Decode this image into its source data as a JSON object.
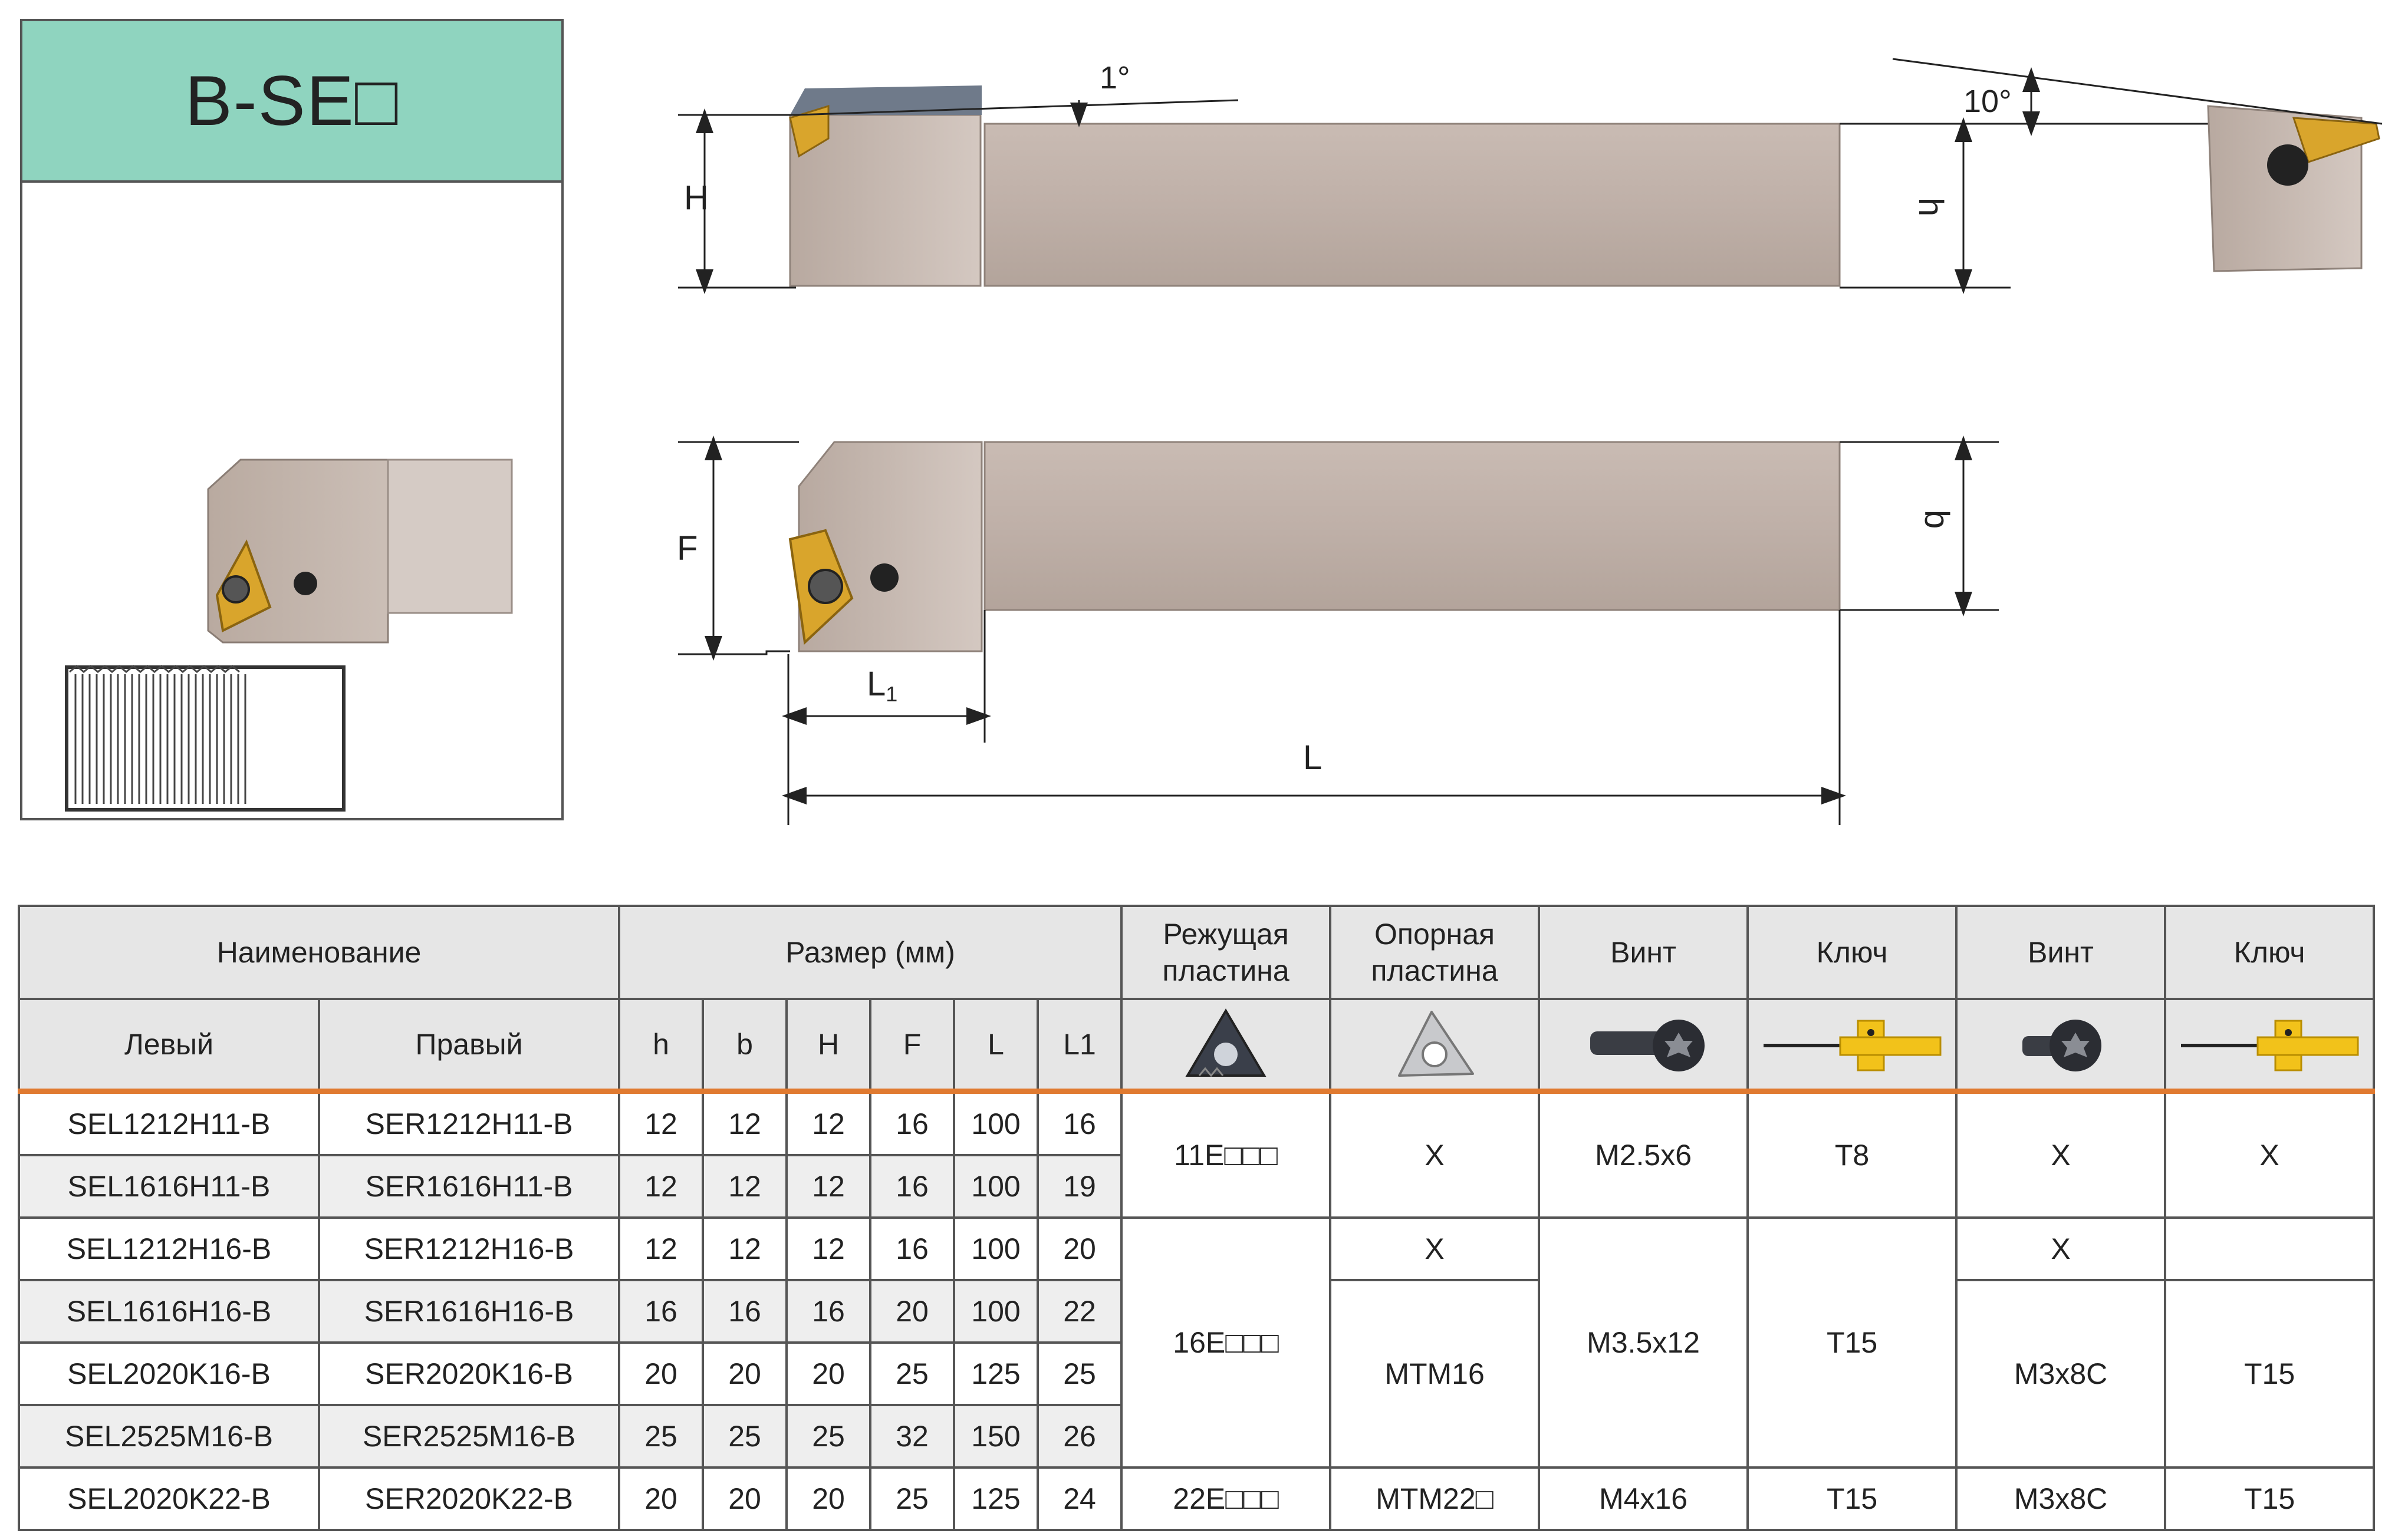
{
  "title": "B-SE□",
  "drawing": {
    "angle_top": "1°",
    "angle_side": "10°",
    "dim_H": "H",
    "dim_h": "h",
    "dim_F": "F",
    "dim_b": "b",
    "dim_L1": "L",
    "dim_L1_sub": "1",
    "dim_L": "L"
  },
  "table": {
    "headers": {
      "name": "Наименование",
      "size": "Размер (мм)",
      "insert": "Режущая пластина",
      "shim": "Опорная пластина",
      "screw1": "Винт",
      "key1": "Ключ",
      "screw2": "Винт",
      "key2": "Ключ"
    },
    "subheaders": {
      "left": "Левый",
      "right": "Правый",
      "h": "h",
      "b": "b",
      "H": "H",
      "F": "F",
      "L": "L",
      "L1": "L1"
    },
    "icons": [
      "insert-icon",
      "shim-icon",
      "screw-icon",
      "key-icon",
      "small-screw-icon",
      "key-icon"
    ],
    "rows": [
      {
        "left": "SEL1212H11-B",
        "right": "SER1212H11-B",
        "h": "12",
        "b": "12",
        "H": "12",
        "F": "16",
        "L": "100",
        "L1": "16"
      },
      {
        "left": "SEL1616H11-B",
        "right": "SER1616H11-B",
        "h": "12",
        "b": "12",
        "H": "12",
        "F": "16",
        "L": "100",
        "L1": "19"
      },
      {
        "left": "SEL1212H16-B",
        "right": "SER1212H16-B",
        "h": "12",
        "b": "12",
        "H": "12",
        "F": "16",
        "L": "100",
        "L1": "20"
      },
      {
        "left": "SEL1616H16-B",
        "right": "SER1616H16-B",
        "h": "16",
        "b": "16",
        "H": "16",
        "F": "20",
        "L": "100",
        "L1": "22"
      },
      {
        "left": "SEL2020K16-B",
        "right": "SER2020K16-B",
        "h": "20",
        "b": "20",
        "H": "20",
        "F": "25",
        "L": "125",
        "L1": "25"
      },
      {
        "left": "SEL2525M16-B",
        "right": "SER2525M16-B",
        "h": "25",
        "b": "25",
        "H": "25",
        "F": "32",
        "L": "150",
        "L1": "26"
      },
      {
        "left": "SEL2020K22-B",
        "right": "SER2020K22-B",
        "h": "20",
        "b": "20",
        "H": "20",
        "F": "25",
        "L": "125",
        "L1": "24"
      }
    ],
    "groups": {
      "g1": {
        "insert": "11E□□□",
        "shim": "X",
        "screw1": "M2.5x6",
        "key1": "T8",
        "screw2": "X",
        "key2": "X"
      },
      "g2": {
        "insert": "16E□□□",
        "shim_a": "X",
        "shim_b": "MTM16",
        "screw1": "M3.5x12",
        "key1": "T15",
        "screw2_a": "X",
        "screw2_b": "M3x8C",
        "key2_a": "",
        "key2_b": "T15"
      },
      "g3": {
        "insert": "22E□□□",
        "shim": "MTM22□",
        "screw1": "M4x16",
        "key1": "T15",
        "screw2": "M3x8C",
        "key2": "T15"
      }
    }
  }
}
